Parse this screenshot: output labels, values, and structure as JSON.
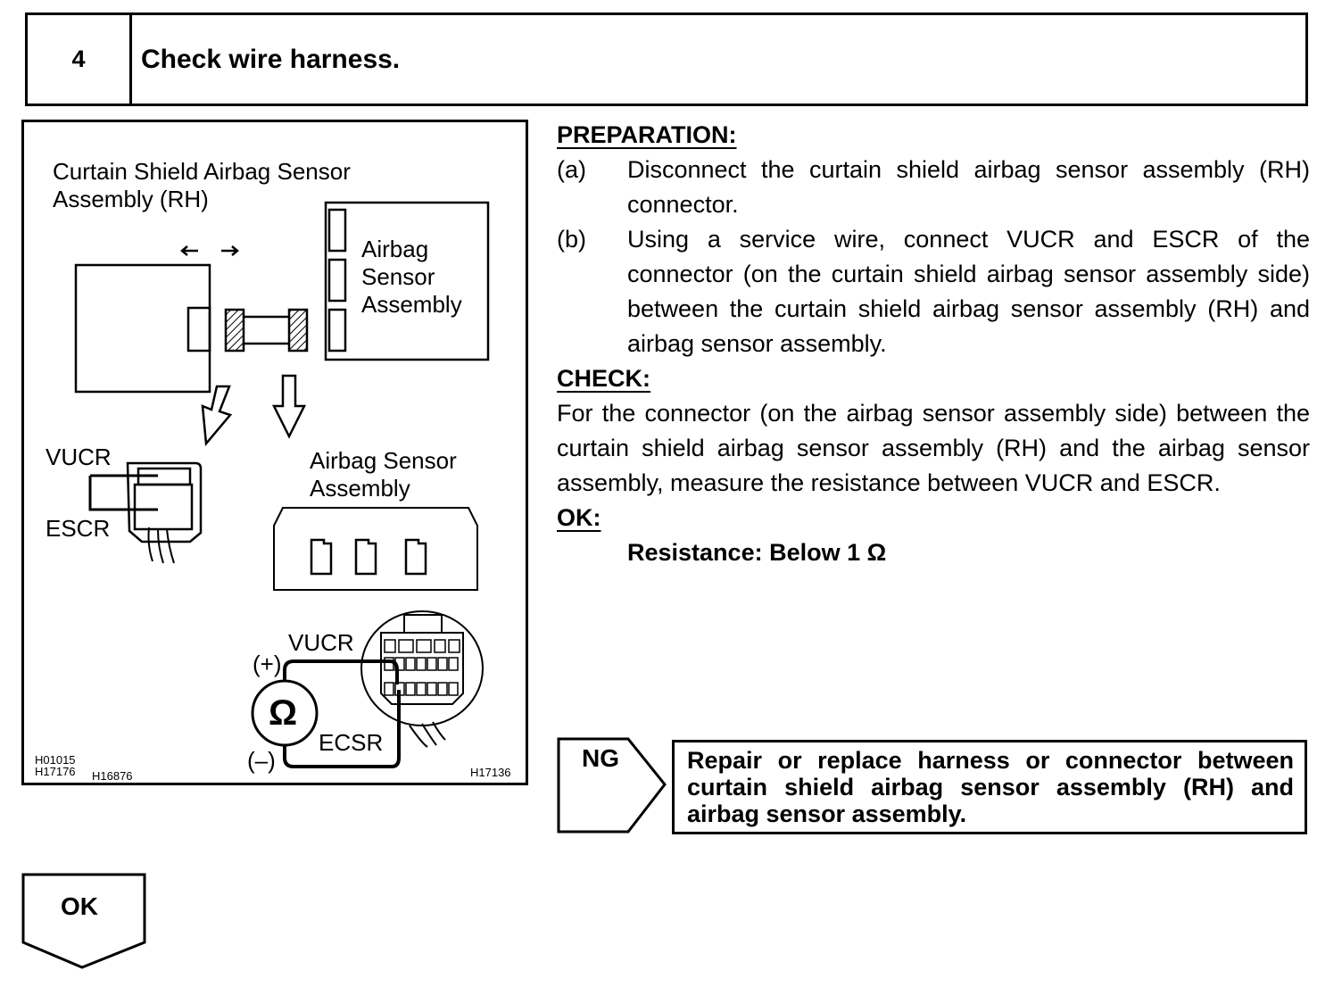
{
  "step": {
    "number": "4",
    "title": "Check wire harness."
  },
  "figure": {
    "labels": {
      "sensor_title": "Curtain Shield Airbag Sensor\nAssembly (RH)",
      "airbag_box": "Airbag\nSensor\nAssembly",
      "vucr_top": "VUCR",
      "escr": "ESCR",
      "airbag_sensor_assembly": "Airbag Sensor\nAssembly",
      "vucr_bottom": "VUCR",
      "plus": "(+)",
      "minus": "(–)",
      "ecsr": "ECSR",
      "ohm_symbol": "Ω"
    },
    "codes": {
      "left_line1": "H01015",
      "left_line2": "H17176",
      "left_line3": "H16876",
      "right": "H17136"
    }
  },
  "preparation": {
    "heading": "PREPARATION:",
    "steps": [
      {
        "label": "(a)",
        "text": "Disconnect the curtain shield airbag sensor assembly (RH) connector."
      },
      {
        "label": "(b)",
        "text": "Using a service wire, connect VUCR and ESCR of the connector (on the curtain shield airbag sensor assembly side) between the curtain shield airbag sensor assembly (RH) and airbag sensor assembly."
      }
    ]
  },
  "check": {
    "heading": "CHECK:",
    "text": "For the connector (on the airbag sensor assembly side) between the curtain shield airbag sensor assembly (RH) and the airbag sensor assembly, measure the resistance between VUCR and ESCR."
  },
  "ok_spec": {
    "heading": "OK:",
    "text": "Resistance: Below 1 Ω"
  },
  "ng": {
    "label": "NG",
    "text": "Repair or replace harness or connector between curtain shield airbag sensor assembly (RH) and airbag sensor assembly."
  },
  "ok": {
    "label": "OK"
  }
}
